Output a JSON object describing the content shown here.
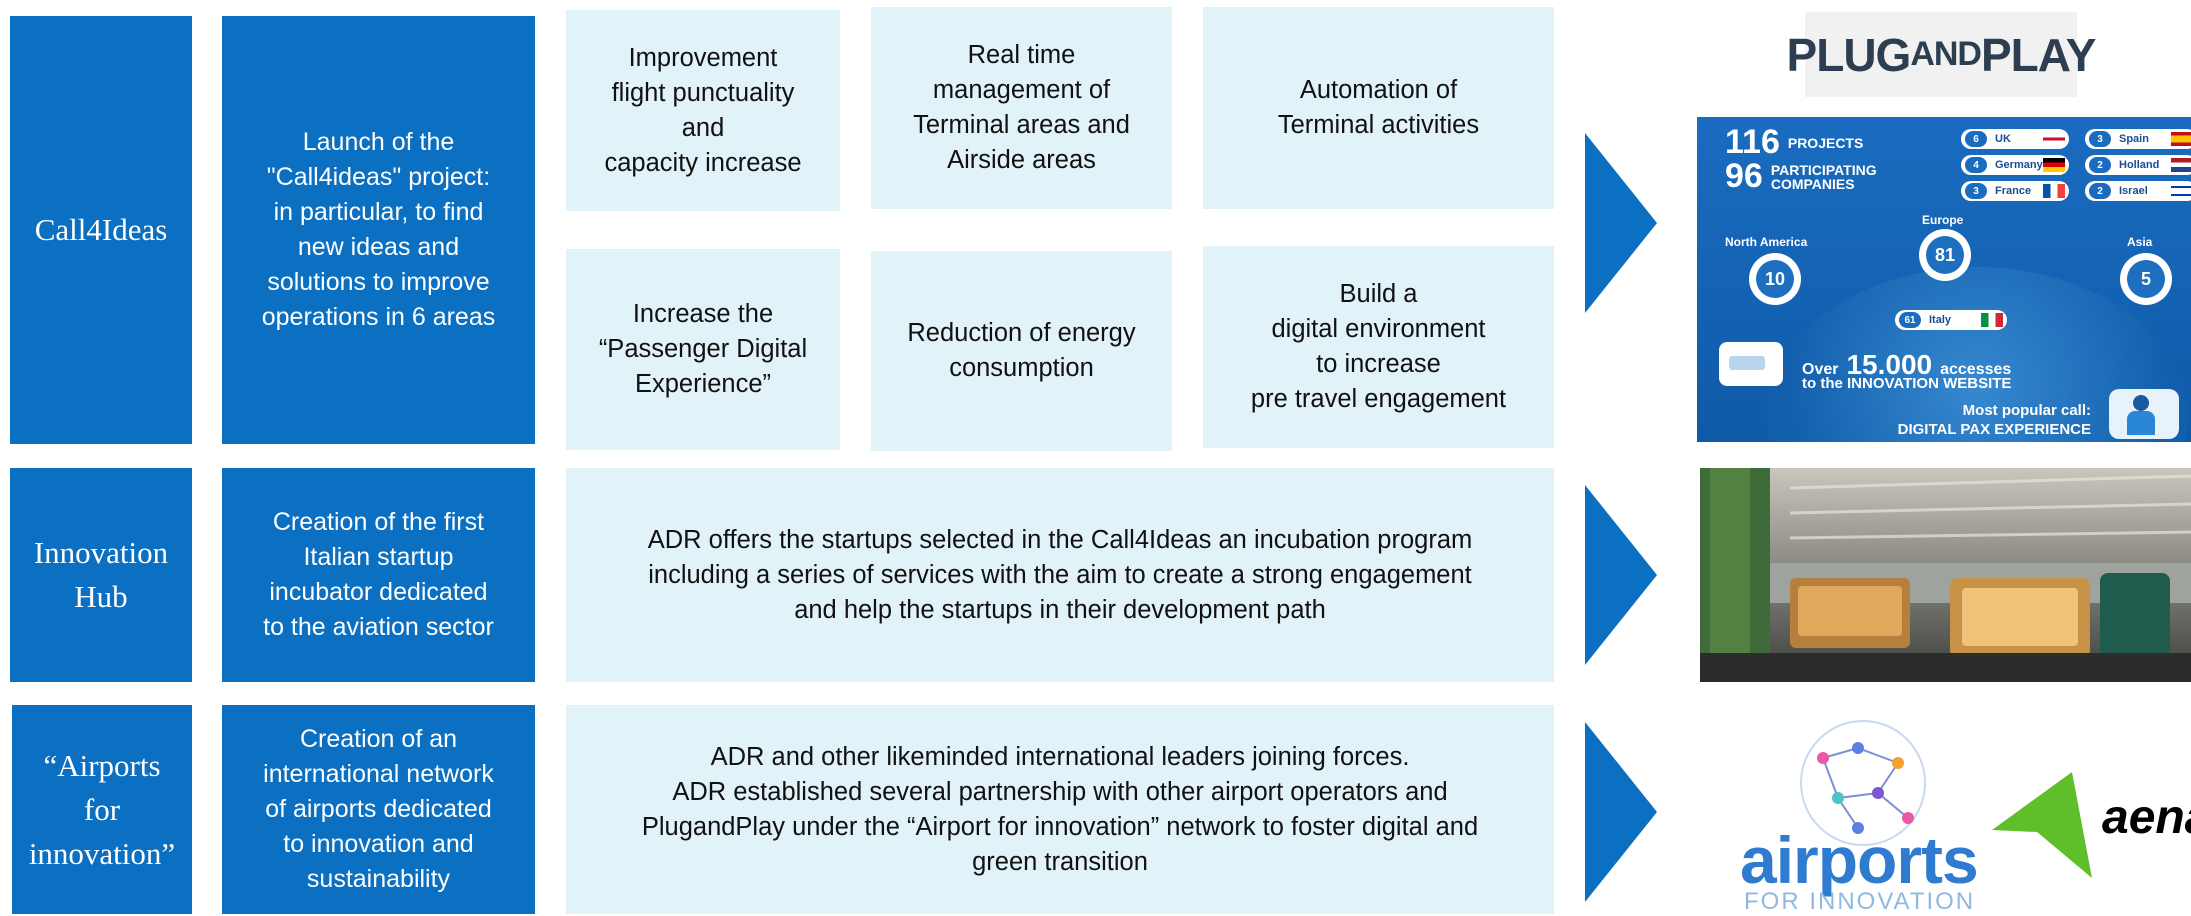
{
  "rows": [
    {
      "title": "Call4Ideas",
      "description": "Launch of the\n\"Call4ideas\" project:\nin particular, to find\nnew ideas and\nsolutions to improve\noperations in 6 areas",
      "areas": [
        "Improvement\nflight punctuality\nand\ncapacity increase",
        "Real time\nmanagement of\nTerminal areas and\nAirside areas",
        "Automation of\nTerminal activities",
        "Increase the\n“Passenger Digital\nExperience”",
        "Reduction of energy\nconsumption",
        "Build a\ndigital environment\nto increase\npre travel engagement"
      ]
    },
    {
      "title": "Innovation\nHub",
      "description": "Creation of the first\nItalian startup\nincubator dedicated\nto the aviation sector",
      "detail": "ADR offers the startups selected in the Call4Ideas an incubation program\nincluding a series of services with the aim to create a strong engagement\nand help the startups in their development path"
    },
    {
      "title": "“Airports\nfor\ninnovation”",
      "description": "Creation of an\ninternational network\nof airports dedicated\nto innovation and\nsustainability",
      "detail": "ADR and other likeminded international leaders joining forces.\nADR established several partnership with other airport operators and\nPlugandPlay under the “Airport for innovation” network to foster digital and\ngreen transition"
    }
  ],
  "logos": {
    "plugandplay_big1": "PLUG",
    "plugandplay_small": "AND",
    "plugandplay_big2": "PLAY",
    "airports": "airports",
    "airports_sub": "FOR INNOVATION",
    "aena": "aena"
  },
  "infographic": {
    "projects_num": "116",
    "projects_label": "PROJECTS",
    "companies_num": "96",
    "companies_label_1": "PARTICIPATING",
    "companies_label_2": "COMPANIES",
    "regions": [
      {
        "name": "North America",
        "value": "10"
      },
      {
        "name": "Europe",
        "value": "81"
      },
      {
        "name": "Asia",
        "value": "5"
      }
    ],
    "countries": [
      {
        "n": "6",
        "name": "UK"
      },
      {
        "n": "4",
        "name": "Germany"
      },
      {
        "n": "3",
        "name": "France"
      },
      {
        "n": "3",
        "name": "Spain"
      },
      {
        "n": "2",
        "name": "Holland"
      },
      {
        "n": "2",
        "name": "Israel"
      },
      {
        "n": "61",
        "name": "Italy"
      }
    ],
    "accesses_prefix": "Over",
    "accesses_num": "15.000",
    "accesses_suffix": "accesses",
    "accesses_line2": "to the INNOVATION WEBSITE",
    "popular_1": "Most popular call:",
    "popular_2": "DIGITAL PAX EXPERIENCE"
  },
  "colors": {
    "primary": "#0b6fc2",
    "light": "#e1f2f9"
  }
}
